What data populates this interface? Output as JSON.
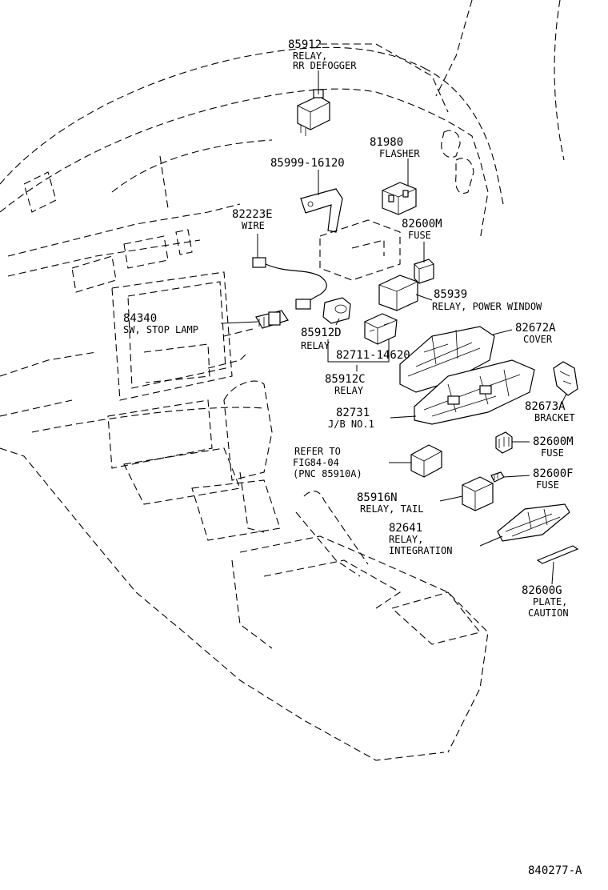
{
  "drawing_id": "840277-A",
  "callouts": [
    {
      "part": "85912",
      "desc": [
        "RELAY,",
        "RR DEFOGGER"
      ]
    },
    {
      "part": "81980",
      "desc": [
        "FLASHER"
      ]
    },
    {
      "part": "85999-16120",
      "desc": []
    },
    {
      "part": "82223E",
      "desc": [
        "WIRE"
      ]
    },
    {
      "part": "82600M",
      "desc": [
        "FUSE"
      ]
    },
    {
      "part": "85939",
      "desc": [
        "RELAY, POWER WINDOW"
      ]
    },
    {
      "part": "84340",
      "desc": [
        "SW, STOP LAMP"
      ]
    },
    {
      "part": "85912D",
      "desc": [
        "RELAY"
      ]
    },
    {
      "part": "82711-14620",
      "desc": []
    },
    {
      "part": "85912C",
      "desc": [
        "RELAY"
      ]
    },
    {
      "part": "82672A",
      "desc": [
        "COVER"
      ]
    },
    {
      "part": "82673A",
      "desc": [
        "BRACKET"
      ]
    },
    {
      "part": "82731",
      "desc": [
        "J/B NO.1"
      ]
    },
    {
      "part": "82600M",
      "desc": [
        "FUSE"
      ]
    },
    {
      "part": "82600F",
      "desc": [
        "FUSE"
      ]
    },
    {
      "part": "85916N",
      "desc": [
        "RELAY, TAIL"
      ]
    },
    {
      "part": "82641",
      "desc": [
        "RELAY,",
        "INTEGRATION"
      ]
    },
    {
      "part": "82600G",
      "desc": [
        "PLATE,",
        "CAUTION"
      ]
    }
  ],
  "reference": {
    "lines": [
      "REFER TO",
      "FIG84-04",
      "(PNC 85910A)"
    ]
  }
}
